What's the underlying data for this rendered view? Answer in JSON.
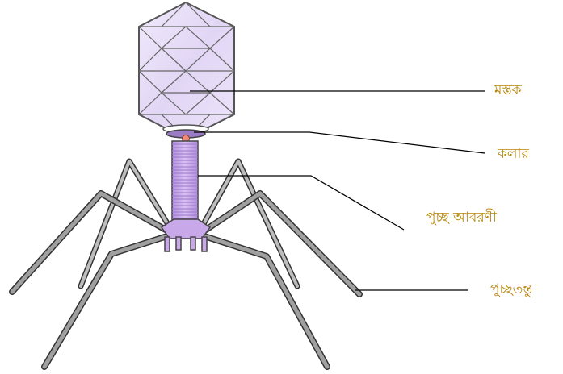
{
  "labels": {
    "head": "মস্তক",
    "collar": "কলার",
    "tail_sheath": "পুচ্ছ আবরণী",
    "tail_fiber": "পুচ্ছতন্তু"
  },
  "colors": {
    "label_text": "#b8860b",
    "capsid_fill": "#e4daf6",
    "capsid_stroke": "#555555",
    "sheath_fill": "#c8a6ea",
    "collar_fill": "#9b7bc4",
    "collar_dot": "#ee8a7a",
    "baseplate_fill": "#c9a8ea",
    "fiber_fill": "#9a9a9a",
    "fiber_stroke": "#333333",
    "leader_line": "#000000"
  }
}
